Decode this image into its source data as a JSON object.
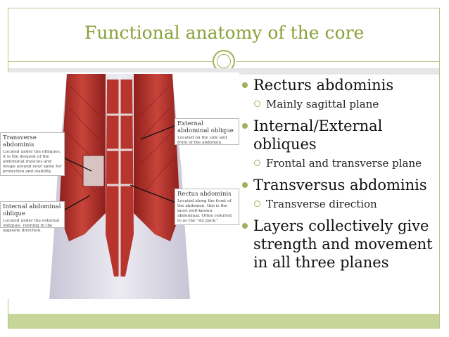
{
  "slide": {
    "title": "Functional anatomy of the core",
    "accent_color": "#8aa13a",
    "bullet_color": "#9db35a"
  },
  "figure": {
    "labels": [
      {
        "title": "Transverse abdominis",
        "text": "Located under the obliques, it is the deepest of the abdominal muscles and wraps around your spine for protection and stability."
      },
      {
        "title": "Internal abdominal oblique",
        "text": "Located under the external obliques, running in the opposite direction."
      },
      {
        "title": "External abdominal oblique",
        "text": "Located on the side and front of the abdomen."
      },
      {
        "title": "Rectus abdominis",
        "text": "Located along the front of the abdomen, this is the most well-known abdominal. Often referred to as the \"six pack.\""
      }
    ]
  },
  "bullets": [
    {
      "text": "Recturs abdominis",
      "sub": "Mainly sagittal plane"
    },
    {
      "text": "Internal/External obliques",
      "sub": "Frontal and transverse plane"
    },
    {
      "text": "Transversus abdominis",
      "sub": "Transverse direction"
    },
    {
      "text": "Layers collectively give strength and movement in all three planes",
      "sub": null
    }
  ]
}
